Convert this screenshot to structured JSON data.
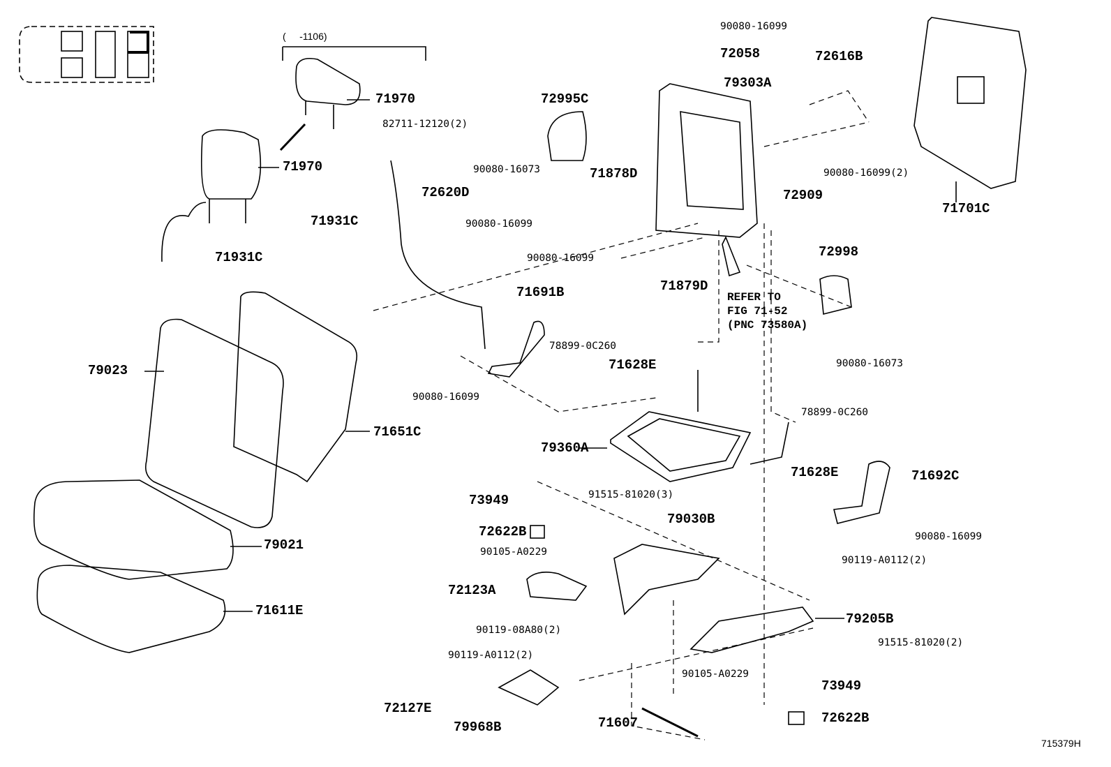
{
  "diagram": {
    "figure_code": "715379H",
    "labels": [
      "(     -1106)",
      "71970",
      "71970",
      "71931C",
      "71931C",
      "79023",
      "71651C",
      "79021",
      "71611E",
      "82711-12120(2)",
      "72620D",
      "72995C",
      "90080-16073",
      "90080-16099",
      "72058",
      "79303A",
      "72616B",
      "72909",
      "90080-16099(2)",
      "71701C",
      "71878D",
      "90080-16099",
      "90080-16099",
      "71879D",
      "72998",
      "REFER TO",
      "FIG 71-52",
      "(PNC 73580A)",
      "90080-16073",
      "71691B",
      "78899-0C260",
      "71628E",
      "90080-16099",
      "79360A",
      "78899-0C260",
      "71628E",
      "71692C",
      "90080-16099",
      "73949",
      "91515-81020(3)",
      "72622B",
      "79030B",
      "90105-A0229",
      "90119-A0112(2)",
      "72123A",
      "79205B",
      "90119-08A80(2)",
      "91515-81020(2)",
      "90119-A0112(2)",
      "90105-A0229",
      "73949",
      "72127E",
      "79968B",
      "71607",
      "72622B"
    ]
  }
}
